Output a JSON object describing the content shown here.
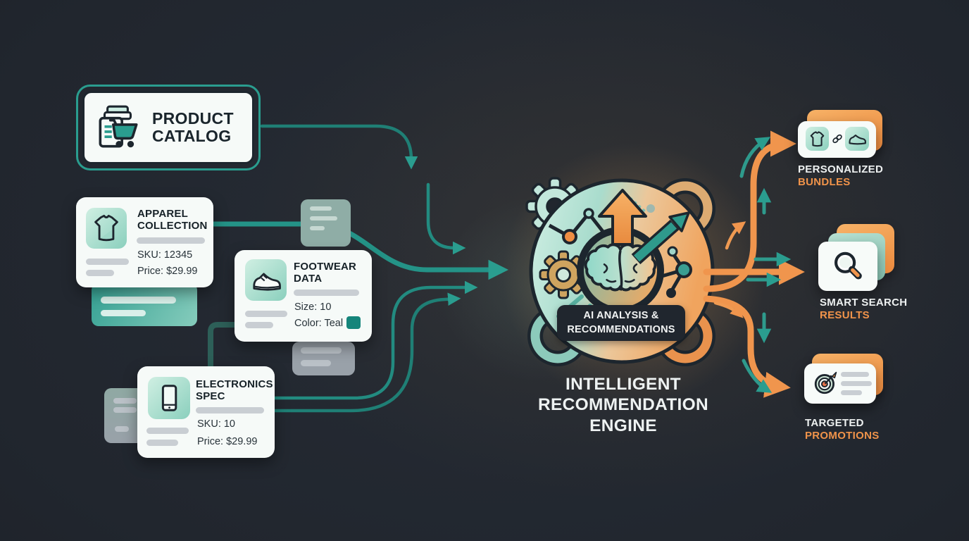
{
  "catalog": {
    "title": "PRODUCT CATALOG"
  },
  "cards": {
    "apparel": {
      "title": "APPAREL COLLECTION",
      "sku": "SKU: 12345",
      "price": "Price: $29.99"
    },
    "footwear": {
      "title": "FOOTWEAR DATA",
      "size": "Size: 10",
      "color_label": "Color: Teal"
    },
    "electronics": {
      "title": "ELECTRONICS SPEC",
      "sku": "SKU: 10",
      "price": "Price: $29.99"
    }
  },
  "engine": {
    "badge": "AI ANALYSIS & RECOMMENDATIONS",
    "title": "INTELLIGENT RECOMMENDATION ENGINE"
  },
  "outputs": [
    {
      "line1": "PERSONALIZED",
      "line2": "BUNDLES"
    },
    {
      "line1": "SMART SEARCH",
      "line2": "RESULTS"
    },
    {
      "line1": "TARGETED",
      "line2": "PROMOTIONS"
    }
  ],
  "colors": {
    "background": "#21262e",
    "teal": "#228b80",
    "teal_bright": "#2a9d8f",
    "teal_dark_connector": "#2d5f58",
    "orange": "#ef8e43",
    "orange_light": "#f7b267",
    "card_white": "#f6faf8",
    "text_dark": "#172228",
    "label_white": "#eef1f1"
  }
}
